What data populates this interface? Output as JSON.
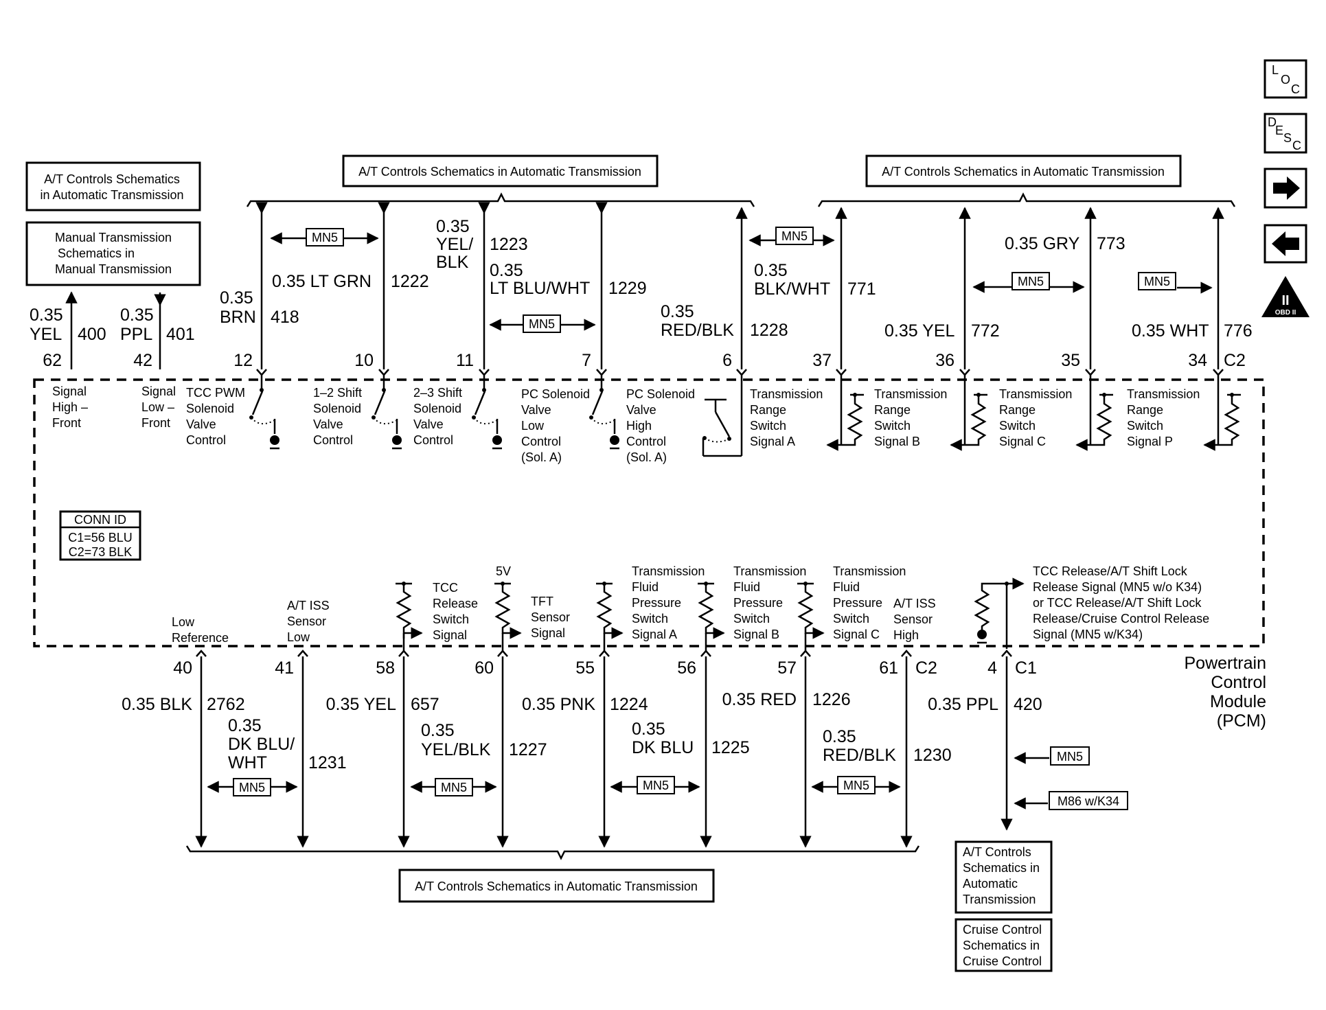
{
  "refs": {
    "at_auto_top_left": [
      "A/T Controls Schematics",
      "in Automatic Transmission"
    ],
    "manual": [
      "Manual Transmission",
      "Schematics in",
      "Manual Transmission"
    ],
    "at_auto_top_mid": "A/T Controls Schematics in Automatic Transmission",
    "at_auto_top_right": "A/T Controls Schematics in Automatic Transmission",
    "at_auto_bottom": "A/T Controls Schematics in Automatic Transmission",
    "at_auto_bottom_right": [
      "A/T Controls",
      "Schematics in",
      "Automatic",
      "Transmission"
    ],
    "cruise": [
      "Cruise Control",
      "Schematics in",
      "Cruise Control"
    ]
  },
  "nav": {
    "loc": [
      "L",
      "O",
      "C"
    ],
    "desc": [
      "D",
      "E",
      "S",
      "C"
    ],
    "obd": "OBD II",
    "obd_roman": "II"
  },
  "option_tag": "MN5",
  "option_tag_m86": "M86 w/K34",
  "conn_id": {
    "title": "CONN ID",
    "c1": "C1=56 BLU",
    "c2": "C2=73 BLK"
  },
  "module": [
    "Powertrain",
    "Control",
    "Module",
    "(PCM)"
  ],
  "connectors": {
    "c1": "C1",
    "c2": "C2"
  },
  "supply": "5V",
  "top_wires": {
    "w400": {
      "size": "0.35",
      "color": "YEL",
      "circuit": "400",
      "pin": "62"
    },
    "w401": {
      "size": "0.35",
      "color": "PPL",
      "circuit": "401",
      "pin": "42"
    },
    "w418": {
      "size": "0.35",
      "color": "BRN",
      "circuit": "418",
      "pin": "12"
    },
    "w1222": {
      "label": "0.35 LT GRN",
      "circuit": "1222",
      "pin": "10"
    },
    "w1223": {
      "size": "0.35",
      "color1": "YEL/",
      "color2": "BLK",
      "circuit": "1223",
      "pin": "11"
    },
    "w1229": {
      "size": "0.35",
      "color": "LT BLU/WHT",
      "circuit": "1229",
      "pin": "7"
    },
    "w1228": {
      "size": "0.35",
      "color": "RED/BLK",
      "circuit": "1228",
      "pin": "6"
    },
    "w771": {
      "size": "0.35",
      "color": "BLK/WHT",
      "circuit": "771",
      "pin": "37"
    },
    "w772": {
      "label": "0.35 YEL",
      "circuit": "772",
      "pin": "36"
    },
    "w773": {
      "label": "0.35 GRY",
      "circuit": "773",
      "pin": "35"
    },
    "w776": {
      "label": "0.35 WHT",
      "circuit": "776",
      "pin": "34"
    }
  },
  "top_functions": {
    "f400": [
      "Signal",
      "High –",
      "Front"
    ],
    "f401": [
      "Signal",
      "Low –",
      "Front"
    ],
    "f418": [
      "TCC PWM",
      "Solenoid",
      "Valve",
      "Control"
    ],
    "f1222": [
      "1–2 Shift",
      "Solenoid",
      "Valve",
      "Control"
    ],
    "f1223": [
      "2–3 Shift",
      "Solenoid",
      "Valve",
      "Control"
    ],
    "f1229": [
      "PC Solenoid",
      "Valve",
      "Low",
      "Control",
      "(Sol. A)"
    ],
    "f1228": [
      "PC Solenoid",
      "Valve",
      "High",
      "Control",
      "(Sol. A)"
    ],
    "f771": [
      "Transmission",
      "Range",
      "Switch",
      "Signal A"
    ],
    "f772": [
      "Transmission",
      "Range",
      "Switch",
      "Signal B"
    ],
    "f773": [
      "Transmission",
      "Range",
      "Switch",
      "Signal C"
    ],
    "f776": [
      "Transmission",
      "Range",
      "Switch",
      "Signal P"
    ]
  },
  "bottom_functions": {
    "f2762": [
      "Low",
      "Reference"
    ],
    "f1231": [
      "A/T ISS",
      "Sensor",
      "Low"
    ],
    "f657": [
      "TCC",
      "Release",
      "Switch",
      "Signal"
    ],
    "f1227": [
      "TFT",
      "Sensor",
      "Signal"
    ],
    "f1224": [
      "Transmission",
      "Fluid",
      "Pressure",
      "Switch",
      "Signal A"
    ],
    "f1225": [
      "Transmission",
      "Fluid",
      "Pressure",
      "Switch",
      "Signal B"
    ],
    "f1226": [
      "Transmission",
      "Fluid",
      "Pressure",
      "Switch",
      "Signal C"
    ],
    "f1230": [
      "A/T ISS",
      "Sensor",
      "High"
    ],
    "f420": [
      "TCC Release/A/T Shift Lock",
      "Release Signal (MN5 w/o K34)",
      "or TCC Release/A/T Shift Lock",
      "Release/Cruise Control Release",
      "Signal (MN5 w/K34)"
    ]
  },
  "bottom_wires": {
    "w2762": {
      "label": "0.35 BLK",
      "circuit": "2762",
      "pin": "40"
    },
    "w1231": {
      "size": "0.35",
      "color1": "DK BLU/",
      "color2": "WHT",
      "circuit": "1231",
      "pin": "41"
    },
    "w657": {
      "label": "0.35 YEL",
      "circuit": "657",
      "pin": "58"
    },
    "w1227": {
      "size": "0.35",
      "color": "YEL/BLK",
      "circuit": "1227",
      "pin": "60"
    },
    "w1224": {
      "label": "0.35 PNK",
      "circuit": "1224",
      "pin": "55"
    },
    "w1225": {
      "size": "0.35",
      "color": "DK BLU",
      "circuit": "1225",
      "pin": "56"
    },
    "w1226": {
      "label": "0.35 RED",
      "circuit": "1226",
      "pin": "57"
    },
    "w1230": {
      "size": "0.35",
      "color": "RED/BLK",
      "circuit": "1230",
      "pin": "61"
    },
    "w420": {
      "label": "0.35 PPL",
      "circuit": "420",
      "pin": "4"
    }
  }
}
